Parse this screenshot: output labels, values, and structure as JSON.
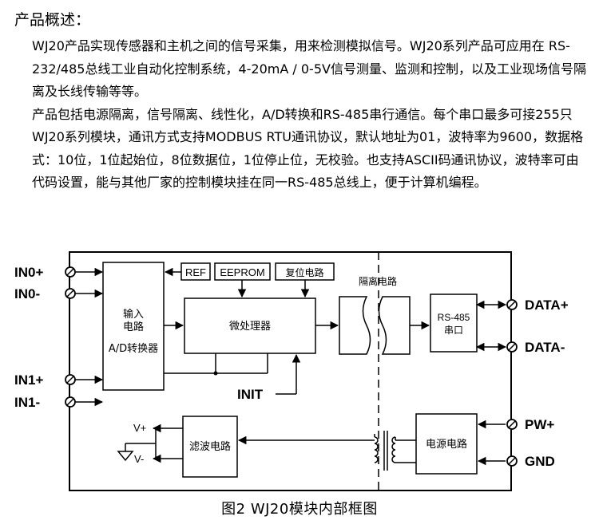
{
  "page": {
    "title": "产品概述：",
    "paragraphs": [
      "WJ20产品实现传感器和主机之间的信号采集，用来检测模拟信号。WJ20系列产品可应用在 RS-232/485总线工业自动化控制系统，4-20mA / 0-5V信号测量、监测和控制，以及工业现场信号隔离及长线传输等等。",
      "产品包括电源隔离，信号隔离、线性化，A/D转换和RS-485串行通信。每个串口最多可接255只 WJ20系列模块，通讯方式支持MODBUS RTU通讯协议，默认地址为01，波特率为9600，数据格式：10位，1位起始位，8位数据位，1位停止位，无校验。也支持ASCII码通讯协议，波特率可由代码设置，能与其他厂家的控制模块挂在同一RS-485总线上，便于计算机编程。"
    ]
  },
  "diagram": {
    "terminals": {
      "in0_pos": "IN0+",
      "in0_neg": "IN0-",
      "in1_pos": "IN1+",
      "in1_neg": "IN1-",
      "data_pos": "DATA+",
      "data_neg": "DATA-",
      "pw_pos": "PW+",
      "gnd": "GND"
    },
    "blocks": {
      "input_line1": "输入",
      "input_line2": "电路",
      "input_line3": "A/D转换器",
      "ref": "REF",
      "eeprom": "EEPROM",
      "reset": "复位电路",
      "mcu": "微处理器",
      "isolation": "隔离电路",
      "rs485_line1": "RS-485",
      "rs485_line2": "串口",
      "filter": "滤波电路",
      "power": "电源电路",
      "init": "INIT",
      "v_pos": "V+",
      "v_neg": "V-"
    }
  },
  "caption": "图2   WJ20模块内部框图"
}
